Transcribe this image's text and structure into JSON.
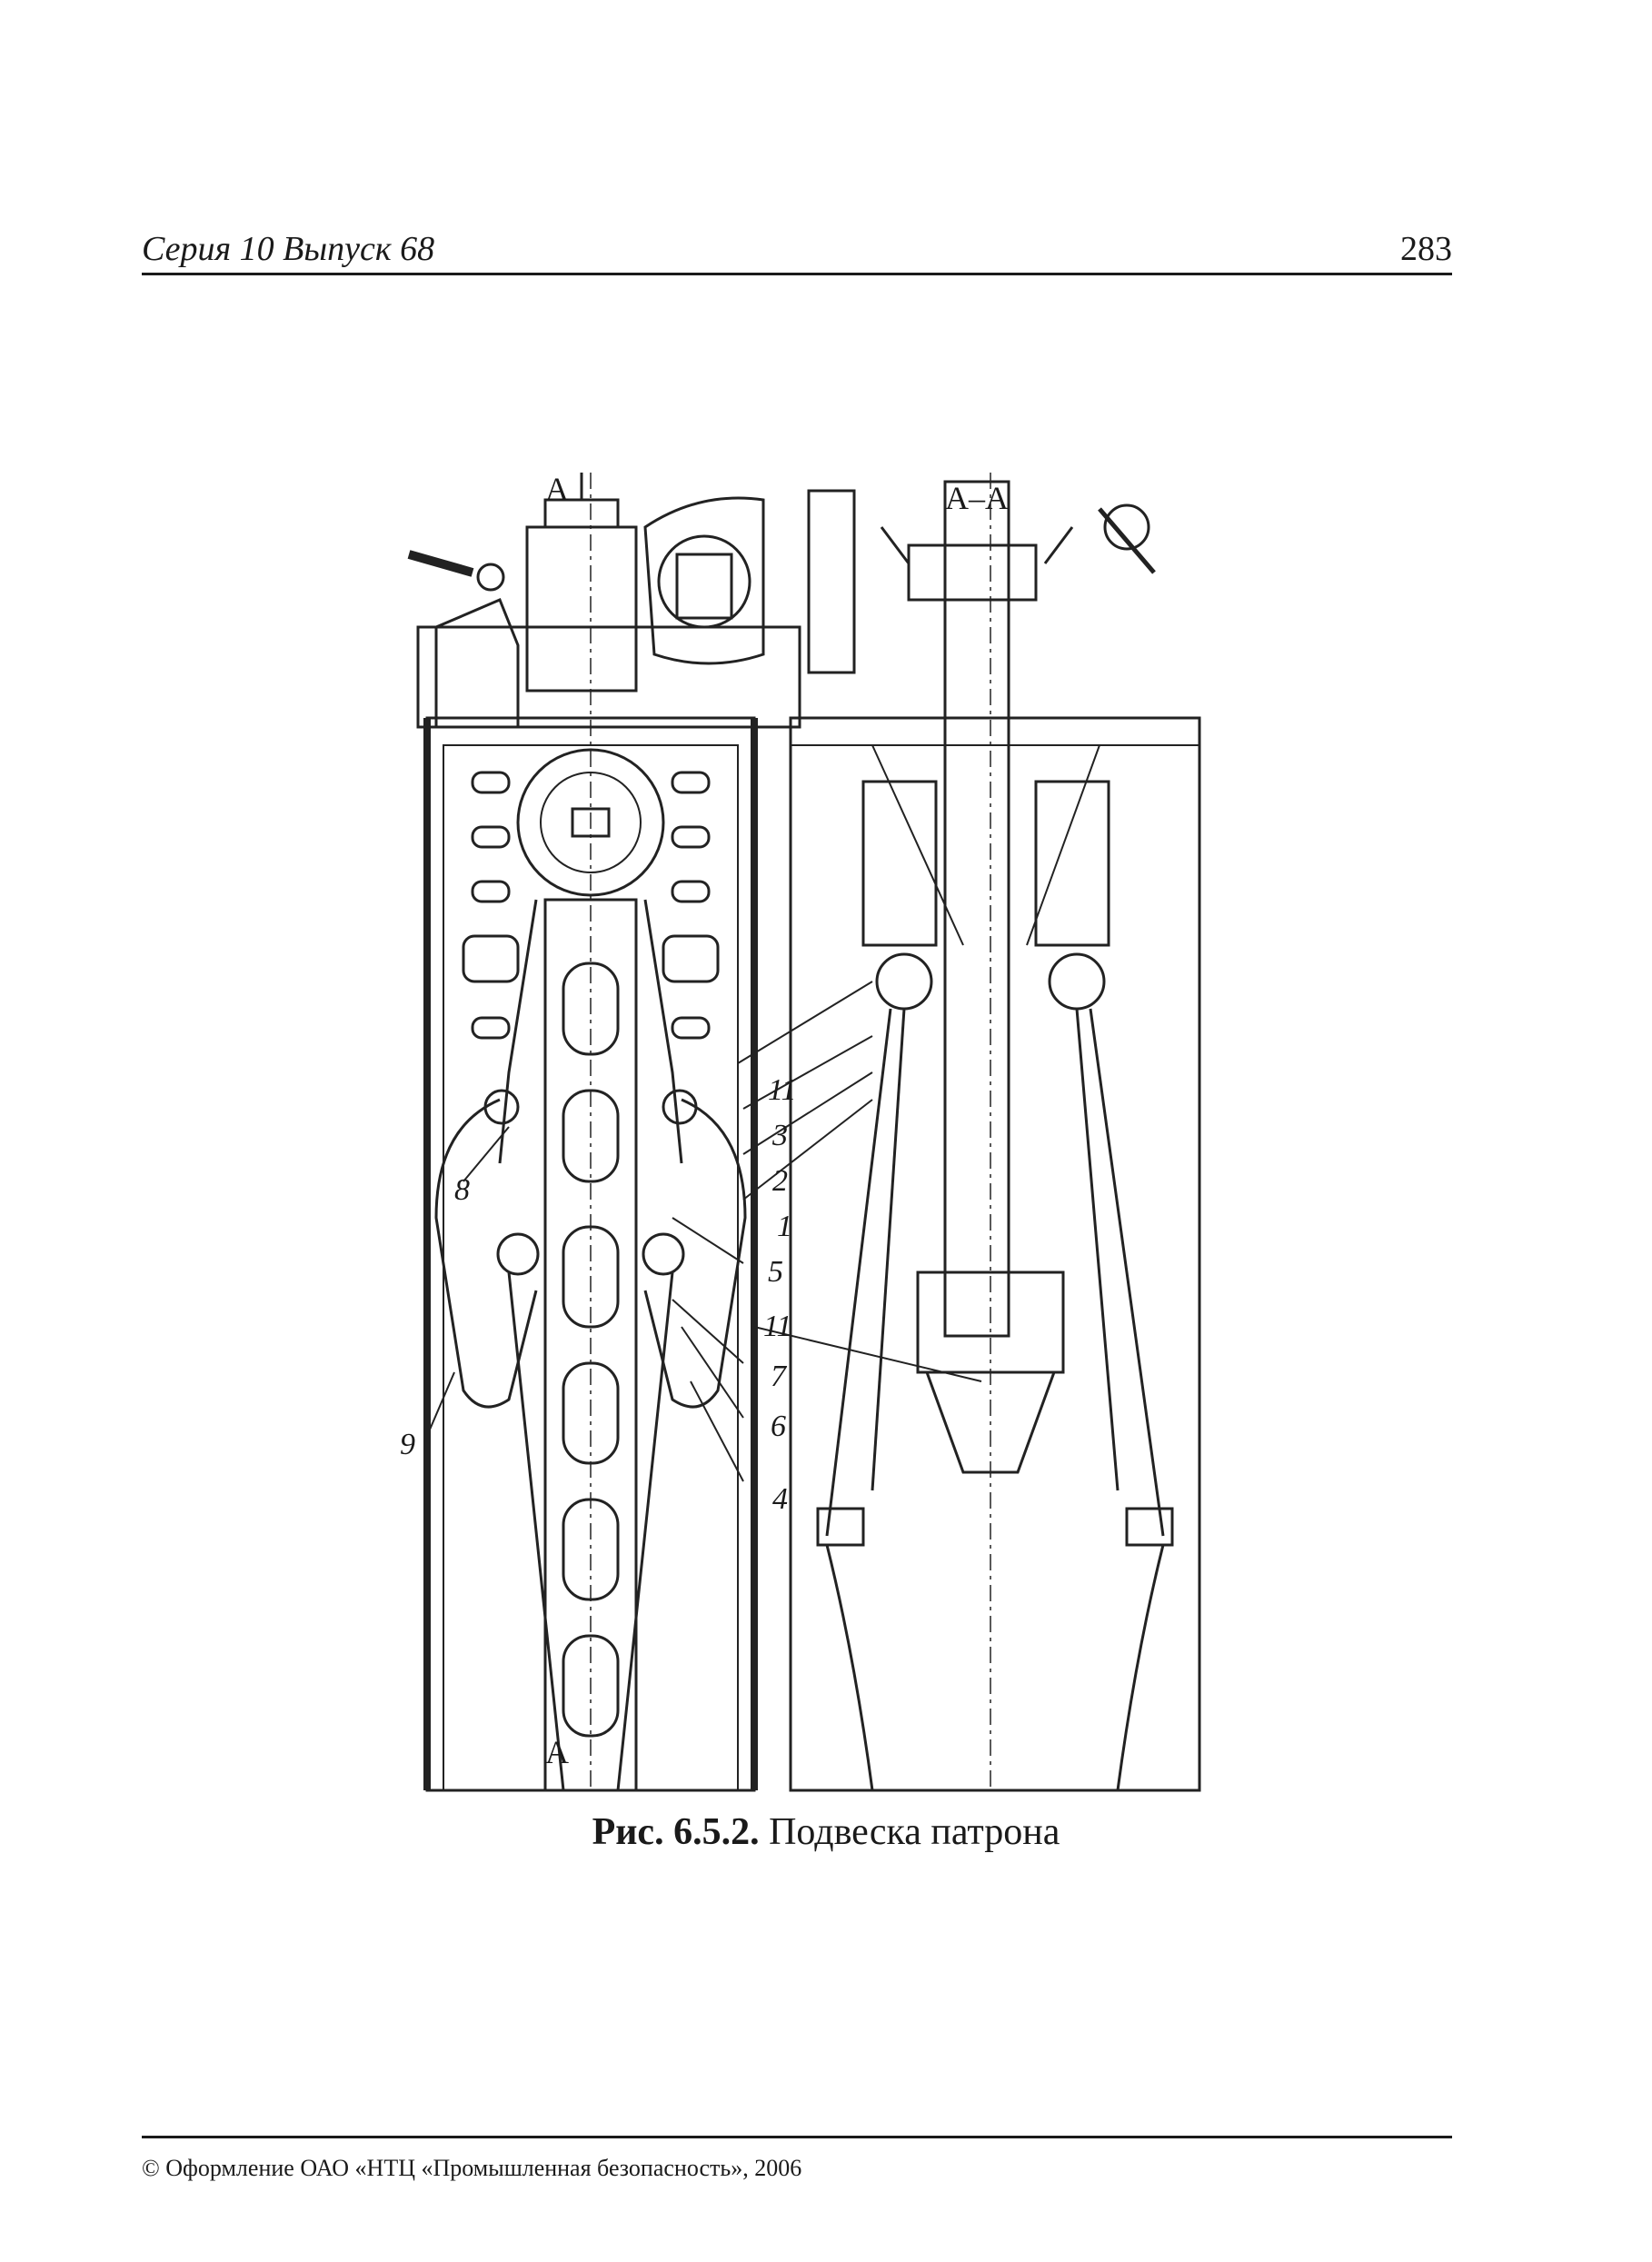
{
  "header": {
    "series": "Серия 10 Выпуск 68",
    "page_number": "283"
  },
  "figure": {
    "section_marks": {
      "top_left": "A",
      "top_right": "A–A",
      "bottom": "A"
    },
    "callouts": [
      "11",
      "3",
      "2",
      "1",
      "8",
      "5",
      "11",
      "7",
      "6",
      "9",
      "4"
    ]
  },
  "caption": {
    "label": "Рис. 6.5.2.",
    "text": "Подвеска патрона"
  },
  "footer": {
    "text": "© Оформление ОАО «НТЦ «Промышленная безопасность», 2006"
  }
}
